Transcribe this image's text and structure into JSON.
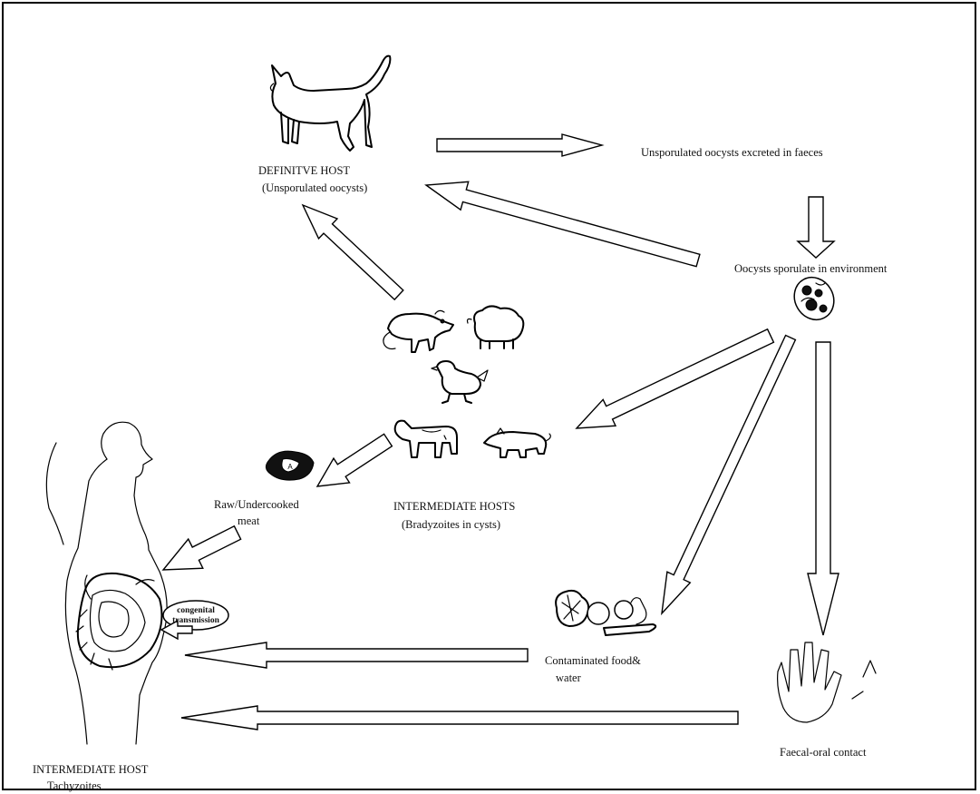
{
  "labels": {
    "definitive_host": "DEFINITVE HOST",
    "definitive_host_sub": "(Unsporulated oocysts)",
    "unsporulated_excreted": "Unsporulated oocysts excreted in faeces",
    "oocysts_sporulate": "Oocysts sporulate in environment",
    "raw_meat_1": "Raw/Undercooked",
    "raw_meat_2": "meat",
    "intermediate_hosts": "INTERMEDIATE HOSTS",
    "intermediate_hosts_sub": "(Bradyzoites in cysts)",
    "contaminated_food_1": "Contaminated food&",
    "contaminated_food_2": "water",
    "faecal_oral": "Faecal-oral contact",
    "intermediate_host": "INTERMEDIATE HOST",
    "intermediate_host_sub": "Tachyzoites",
    "congenital_1": "congenital",
    "congenital_2": "transmission"
  },
  "icons": {
    "cat": "cat-icon",
    "rat": "rat-icon",
    "sheep": "sheep-icon",
    "chicken": "chicken-icon",
    "cow": "cow-icon",
    "pig": "pig-icon",
    "meat": "meat-icon",
    "oocyst": "oocyst-icon",
    "vegetables": "vegetables-icon",
    "hand": "hand-icon",
    "woman": "pregnant-woman-icon"
  },
  "colors": {
    "ink": "#000000",
    "background": "#ffffff"
  }
}
